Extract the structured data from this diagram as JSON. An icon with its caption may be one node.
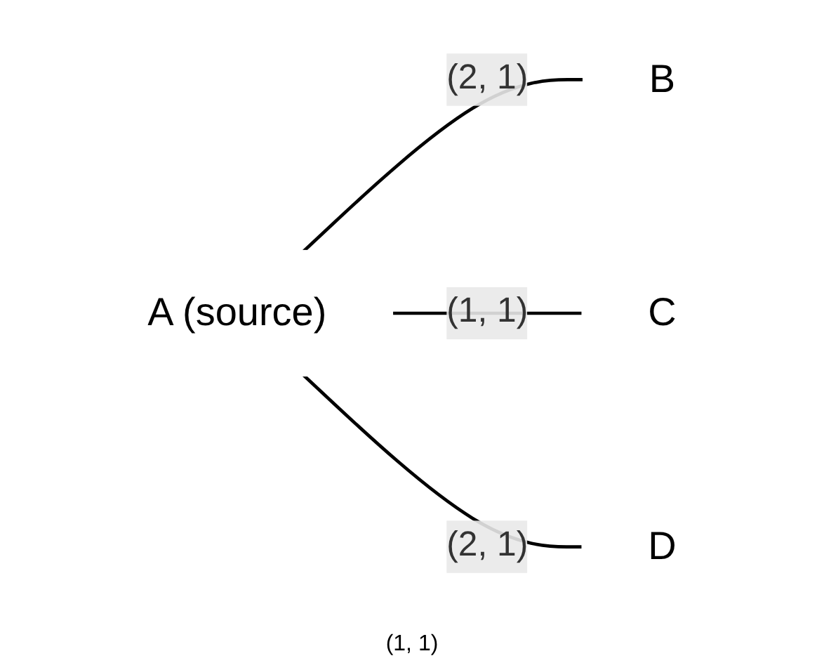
{
  "diagram": {
    "nodes": [
      {
        "text": [
          "A (source)"
        ]
      },
      {
        "text": [
          "B"
        ]
      },
      {
        "text": [
          "C"
        ]
      },
      {
        "text": [
          "D"
        ]
      }
    ],
    "edges": [
      {
        "from": 0,
        "to": 1,
        "arrow": "none",
        "label": "(2, 1)"
      },
      {
        "from": 0,
        "to": 2,
        "arrow": "none",
        "label": "(1, 1)"
      },
      {
        "from": 0,
        "to": 3,
        "arrow": "none",
        "label": "(2, 1)"
      }
    ],
    "labels": [
      "(1, 1)"
    ]
  }
}
